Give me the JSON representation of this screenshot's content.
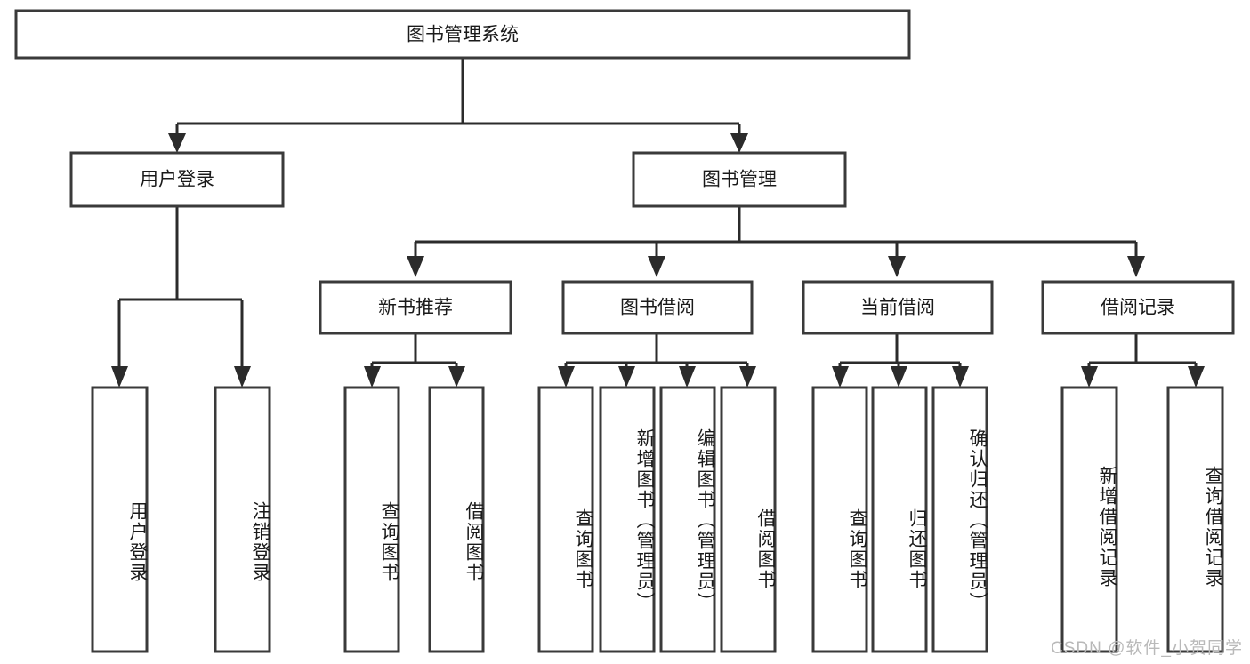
{
  "diagram": {
    "type": "tree-hierarchy",
    "title": "图书管理系统",
    "orientation": "top-down",
    "watermark": "CSDN @软件_小贺同学",
    "colors": {
      "box_fill": "#ffffff",
      "box_stroke": "#3a3a3a",
      "connector": "#2b2b2b",
      "text": "#1a1a1a",
      "watermark": "#b9b9b9",
      "background": "#ffffff"
    },
    "levels": {
      "root": {
        "label": "图书管理系统"
      },
      "level2": [
        {
          "label": "用户登录"
        },
        {
          "label": "图书管理"
        }
      ],
      "level3": [
        {
          "label": "新书推荐"
        },
        {
          "label": "图书借阅"
        },
        {
          "label": "当前借阅"
        },
        {
          "label": "借阅记录"
        }
      ],
      "leaves": {
        "user_login": [
          {
            "label": "用户登录"
          },
          {
            "label": "注销登录"
          }
        ],
        "new_book_recommend": [
          {
            "label": "查询图书"
          },
          {
            "label": "借阅图书"
          }
        ],
        "book_borrow": [
          {
            "label": "查询图书"
          },
          {
            "label": "新增图书（管理员）"
          },
          {
            "label": "编辑图书（管理员）"
          },
          {
            "label": "借阅图书"
          }
        ],
        "current_borrow": [
          {
            "label": "查询图书"
          },
          {
            "label": "归还图书"
          },
          {
            "label": "确认归还（管理员）"
          }
        ],
        "borrow_record": [
          {
            "label": "新增借阅记录"
          },
          {
            "label": "查询借阅记录"
          }
        ]
      }
    }
  }
}
